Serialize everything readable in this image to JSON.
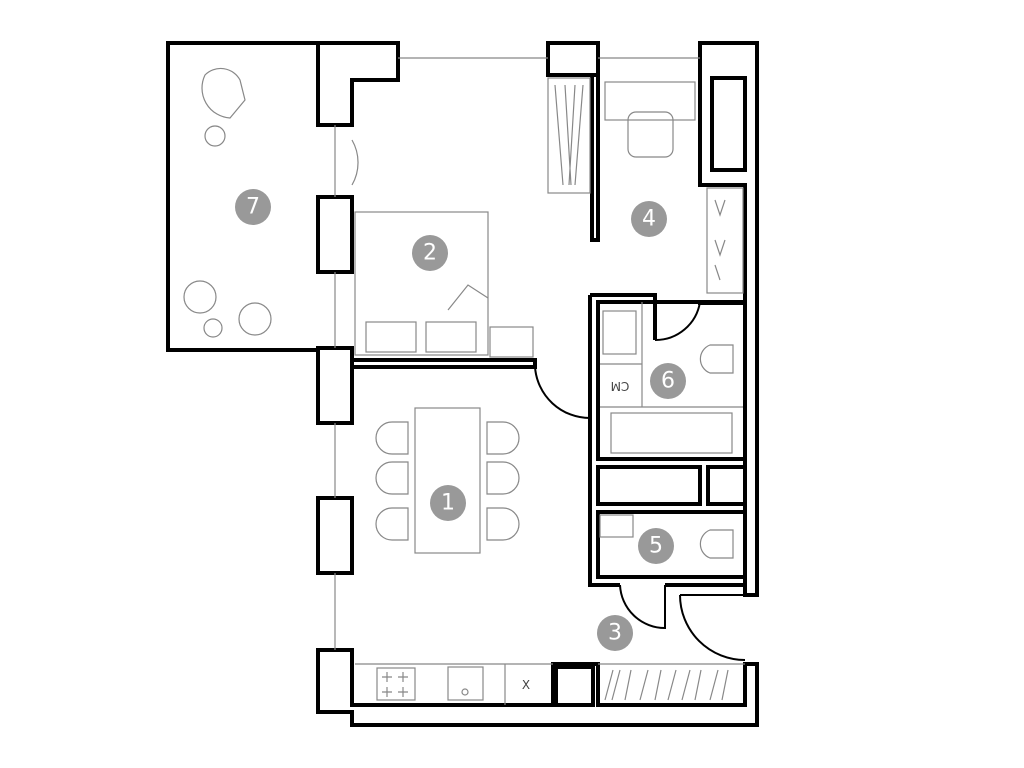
{
  "rooms": [
    {
      "number": "1"
    },
    {
      "number": "2"
    },
    {
      "number": "3"
    },
    {
      "number": "4"
    },
    {
      "number": "5"
    },
    {
      "number": "6"
    },
    {
      "number": "7"
    }
  ],
  "labels": {
    "washing_machine": "CM",
    "kitchen_mark": "X"
  },
  "colors": {
    "room_badge": "#999999",
    "wall": "#000000",
    "furniture": "#888888"
  }
}
